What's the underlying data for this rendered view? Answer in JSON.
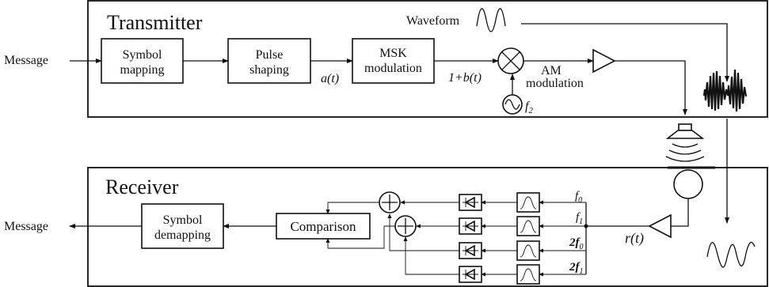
{
  "transmitter": {
    "title": "Transmitter",
    "input_label": "Message",
    "blocks": {
      "symbol_mapping": [
        "Symbol",
        "mapping"
      ],
      "pulse_shaping": [
        "Pulse",
        "shaping"
      ],
      "msk_modulation": [
        "MSK",
        "modulation"
      ]
    },
    "signals": {
      "a_t": "a(t)",
      "one_plus_b_t": "1+b(t)",
      "waveform": "Waveform",
      "am_modulation": [
        "AM",
        "modulation"
      ],
      "f2": "f",
      "f2_sub": "2"
    }
  },
  "receiver": {
    "title": "Receiver",
    "output_label": "Message",
    "blocks": {
      "symbol_demapping": [
        "Symbol",
        "demapping"
      ],
      "comparison": "Comparison"
    },
    "signals": {
      "r_t": "r(t)",
      "branches": [
        {
          "prefix": "",
          "base": "f",
          "sub": "0"
        },
        {
          "prefix": "",
          "base": "f",
          "sub": "1"
        },
        {
          "prefix": "2",
          "base": "f",
          "sub": "0"
        },
        {
          "prefix": "2",
          "base": "f",
          "sub": "1"
        }
      ]
    }
  }
}
